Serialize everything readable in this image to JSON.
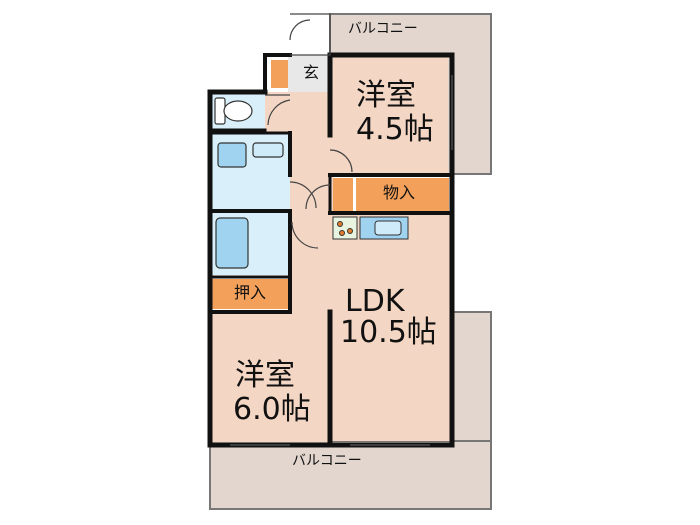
{
  "rooms": {
    "western_top": {
      "name": "洋室",
      "size": "4.5帖"
    },
    "western_bottom": {
      "name": "洋室",
      "size": "6.0帖"
    },
    "ldk": {
      "name": "LDK",
      "size": "10.5帖"
    },
    "entrance": "玄",
    "storage_top": "物入",
    "closet_left": "押入",
    "balcony_top": "バルコニー",
    "balcony_bottom": "バルコニー"
  },
  "colors": {
    "room_fill": "#f3d6c3",
    "balcony_fill": "#e3d6cf",
    "wet_fill": "#d9f0fb",
    "accent_orange": "#f2a05a",
    "wall": "#111111"
  },
  "icons": [
    "toilet-icon",
    "washbasin-icon",
    "bathtub-icon",
    "kitchen-stove-icon",
    "kitchen-sink-icon",
    "door-swing-icon"
  ]
}
